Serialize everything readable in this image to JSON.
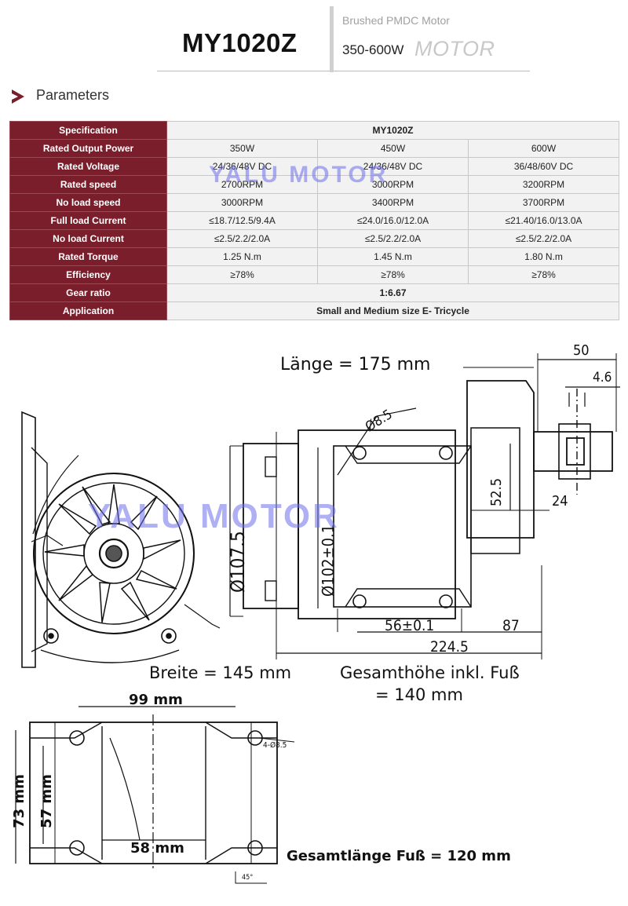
{
  "header": {
    "model": "MY1020Z",
    "subtitle": "Brushed PMDC Motor",
    "power_range": "350-600W",
    "motor_word": "MOTOR"
  },
  "section": {
    "title": "Parameters",
    "icon": "chevron-right-icon"
  },
  "table": {
    "rows": [
      {
        "label": "Specification",
        "values": [
          "MY1020Z"
        ]
      },
      {
        "label": "Rated Output Power",
        "values": [
          "350W",
          "450W",
          "600W"
        ]
      },
      {
        "label": "Rated Voltage",
        "values": [
          "24/36/48V DC",
          "24/36/48V DC",
          "36/48/60V DC"
        ]
      },
      {
        "label": "Rated speed",
        "values": [
          "2700RPM",
          "3000RPM",
          "3200RPM"
        ]
      },
      {
        "label": "No load speed",
        "values": [
          "3000RPM",
          "3400RPM",
          "3700RPM"
        ]
      },
      {
        "label": "Full load Current",
        "values": [
          "≤18.7/12.5/9.4A",
          "≤24.0/16.0/12.0A",
          "≤21.40/16.0/13.0A"
        ]
      },
      {
        "label": "No load Current",
        "values": [
          "≤2.5/2.2/2.0A",
          "≤2.5/2.2/2.0A",
          "≤2.5/2.2/2.0A"
        ]
      },
      {
        "label": "Rated Torque",
        "values": [
          "1.25 N.m",
          "1.45 N.m",
          "1.80 N.m"
        ]
      },
      {
        "label": "Efficiency",
        "values": [
          "≥78%",
          "≥78%",
          "≥78%"
        ]
      },
      {
        "label": "Gear ratio",
        "values": [
          "1:6.67"
        ]
      },
      {
        "label": "Application",
        "values": [
          "Small and Medium size E- Tricycle"
        ]
      }
    ]
  },
  "watermark": "YALU MOTOR",
  "drawing": {
    "length": "Länge = 175 mm",
    "width": "Breite = 145 mm",
    "height_line1": "Gesamthöhe inkl. Fuß",
    "height_line2": "= 140 mm",
    "foot_length": "Gesamtlänge Fuß = 120 mm",
    "dims": {
      "d50": "50",
      "d46": "4.6",
      "d85": "Ø8.5",
      "d525": "52.5",
      "d24": "24",
      "d1075": "Ø107.5",
      "d102": "Ø102±0.1",
      "d56": "56±0.1",
      "d87": "87",
      "d2245": "224.5",
      "d99": "99 mm",
      "d73": "73 mm",
      "d57": "57 mm",
      "d58": "58 mm",
      "hole": "4-Ø8.5",
      "chamfer": "45°"
    }
  }
}
